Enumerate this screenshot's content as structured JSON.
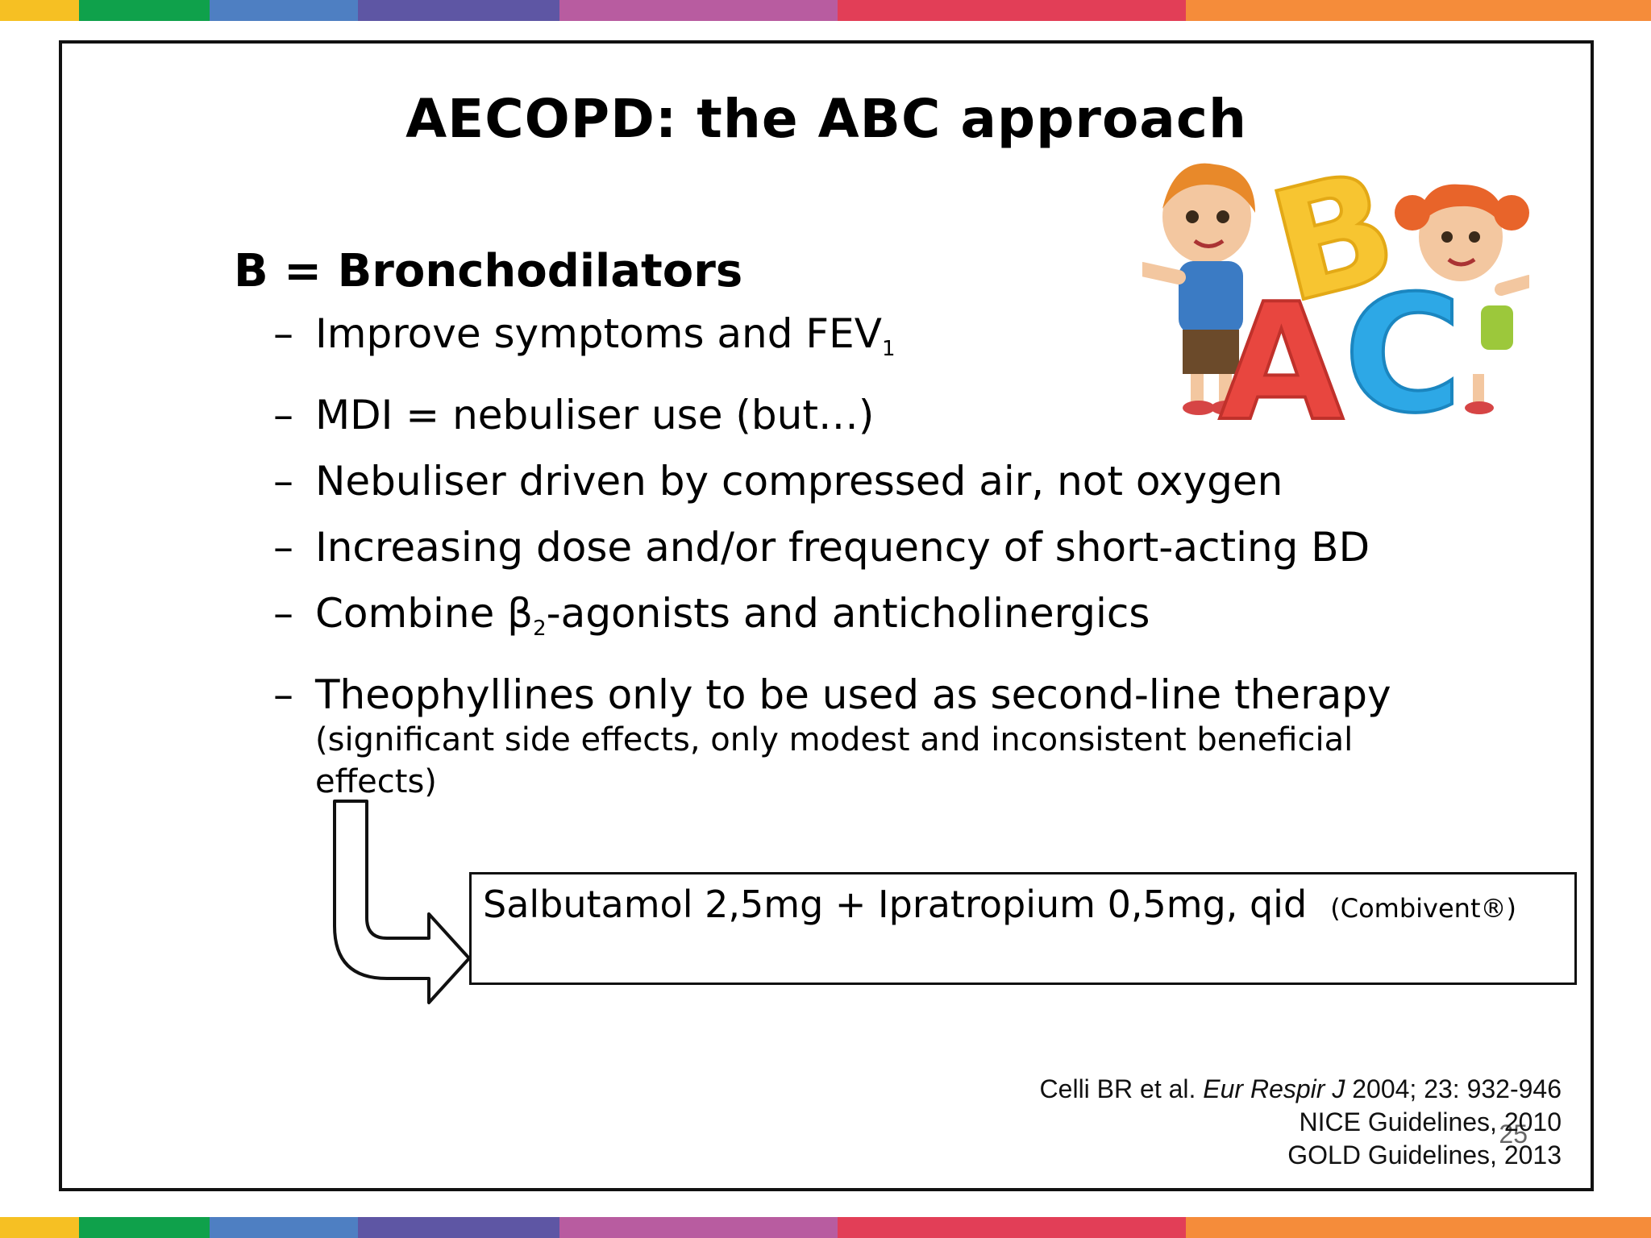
{
  "stripes": {
    "colors": [
      "#F6C023",
      "#0FA14B",
      "#4E7FC2",
      "#5E56A4",
      "#B85CA0",
      "#E23E57",
      "#F58C3A"
    ]
  },
  "slide": {
    "title": "AECOPD: the ABC approach",
    "heading": "B = Bronchodilators",
    "bullets": [
      {
        "pre": "Improve symptoms and FEV",
        "sub": "1",
        "post": ""
      },
      {
        "pre": "MDI = nebuliser use  (but…)",
        "sub": "",
        "post": ""
      },
      {
        "pre": "Nebuliser driven by compressed air, not oxygen",
        "sub": "",
        "post": ""
      },
      {
        "pre": "Increasing dose and/or frequency of short-acting BD",
        "sub": "",
        "post": ""
      },
      {
        "pre": "Combine β",
        "sub": "2",
        "post": "-agonists and anticholinergics"
      },
      {
        "pre": "Theophyllines only to be used as second-line therapy",
        "sub": "",
        "post": "",
        "note": "(significant side effects, only modest and inconsistent beneficial effects)"
      }
    ],
    "dash": "–",
    "box": {
      "main": "Salbutamol 2,5mg + Ipratropium 0,5mg, qid",
      "small": "(Combivent®)"
    },
    "references": {
      "line1_author": "Celli BR et al. ",
      "line1_journal": "Eur Respir J",
      "line1_rest": " 2004; 23: 932-946",
      "line2": "NICE Guidelines, 2010",
      "line3": "GOLD Guidelines, 2013"
    },
    "page_number": "25"
  },
  "clipart": {
    "letters": [
      "A",
      "B",
      "C"
    ],
    "colors": {
      "A": "#E8463F",
      "B": "#F7C531",
      "C": "#2DA8E6"
    }
  }
}
